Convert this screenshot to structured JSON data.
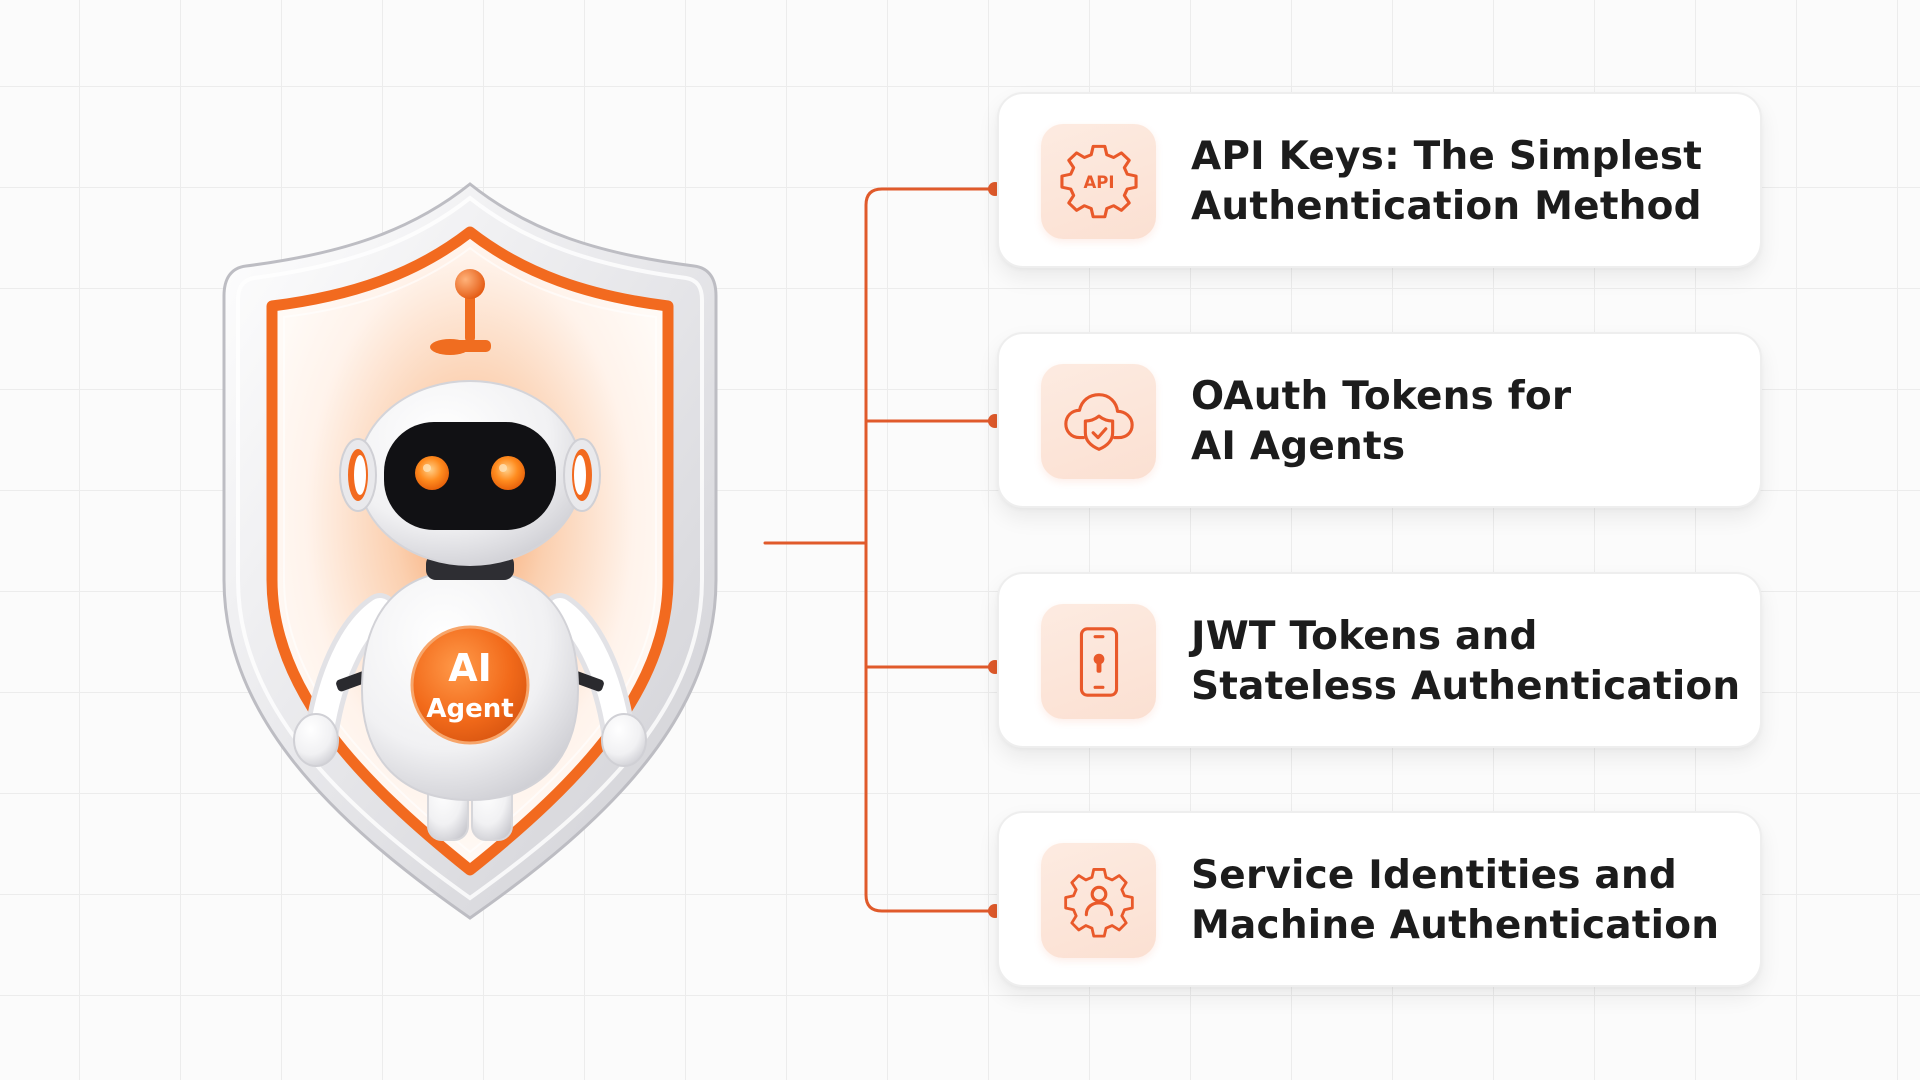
{
  "robot": {
    "badge_line1": "AI",
    "badge_line2": "Agent"
  },
  "colors": {
    "accent": "#e9592a",
    "connector": "#e05a2b",
    "icon_bg": "#fde6da",
    "text": "#1c1c1c",
    "card_bg": "#ffffff"
  },
  "items": [
    {
      "icon": "api-gear-icon",
      "icon_label": "API",
      "title_line1": "API Keys: The Simplest",
      "title_line2": "Authentication Method"
    },
    {
      "icon": "cloud-shield-icon",
      "title_line1": "OAuth Tokens for",
      "title_line2": "AI Agents"
    },
    {
      "icon": "phone-lock-icon",
      "title_line1": "JWT Tokens and",
      "title_line2": "Stateless Authentication"
    },
    {
      "icon": "gear-user-icon",
      "title_line1": "Service Identities and",
      "title_line2": "Machine Authentication"
    }
  ]
}
